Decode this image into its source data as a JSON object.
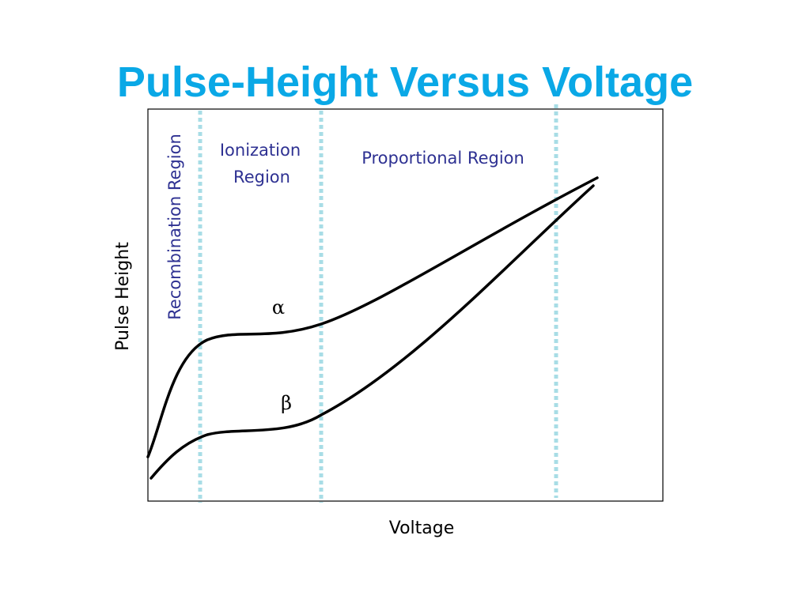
{
  "title": "Pulse-Height Versus Voltage",
  "axes": {
    "x_label": "Voltage",
    "y_label": "Pulse Height"
  },
  "regions": {
    "recombination": "Recombination Region",
    "ionization_line1": "Ionization",
    "ionization_line2": "Region",
    "proportional": "Proportional Region"
  },
  "curves": {
    "alpha_label": "α",
    "beta_label": "β"
  },
  "colors": {
    "title": "#0aa8e6",
    "region_text": "#2e3192",
    "boundary_lines": "#a8dde6",
    "curves": "#000000"
  }
}
